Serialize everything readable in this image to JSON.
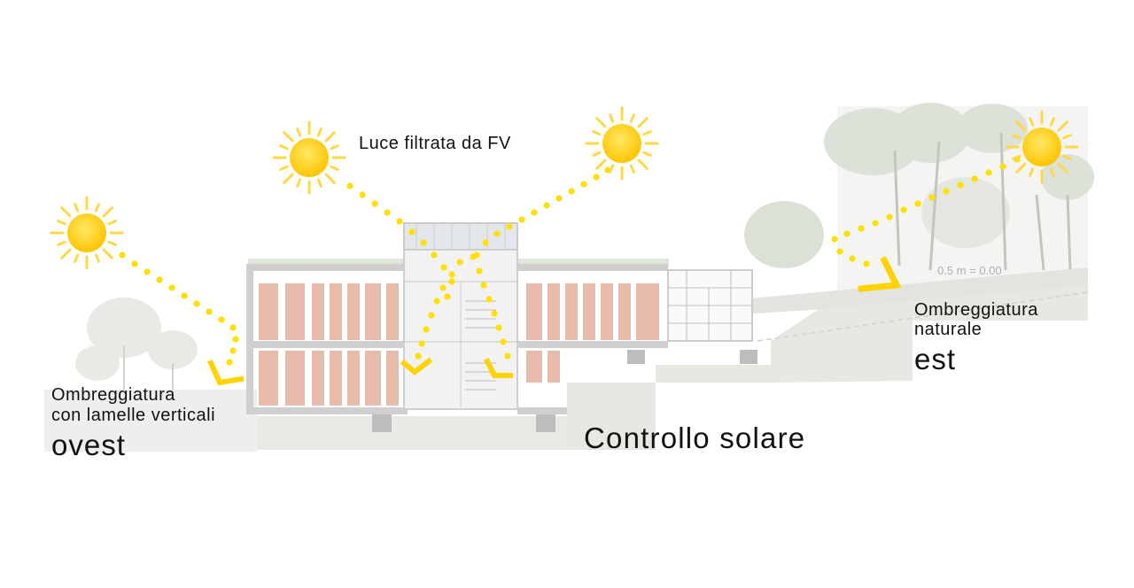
{
  "labels": {
    "fv_light": "Luce filtrata da FV",
    "west_line1": "Ombreggiatura",
    "west_line2": "con lamelle verticali",
    "west_dir": "ovest",
    "east_line1": "Ombreggiatura",
    "east_line2": "naturale",
    "east_dir": "est",
    "title": "Controllo solare",
    "elevation": "0.5 m = 0.00"
  },
  "colors": {
    "sun": "#ffd400",
    "sun_core": "#ffc800",
    "ray": "#ffd84a",
    "beam": "#ffe100",
    "facade": "#e8b9a8",
    "ground": "#ece9e4",
    "structure": "#c9c9c9",
    "tree": "#d7ddd2"
  },
  "icons": [
    "sun-icon",
    "arrow-icon",
    "tree-icon"
  ]
}
